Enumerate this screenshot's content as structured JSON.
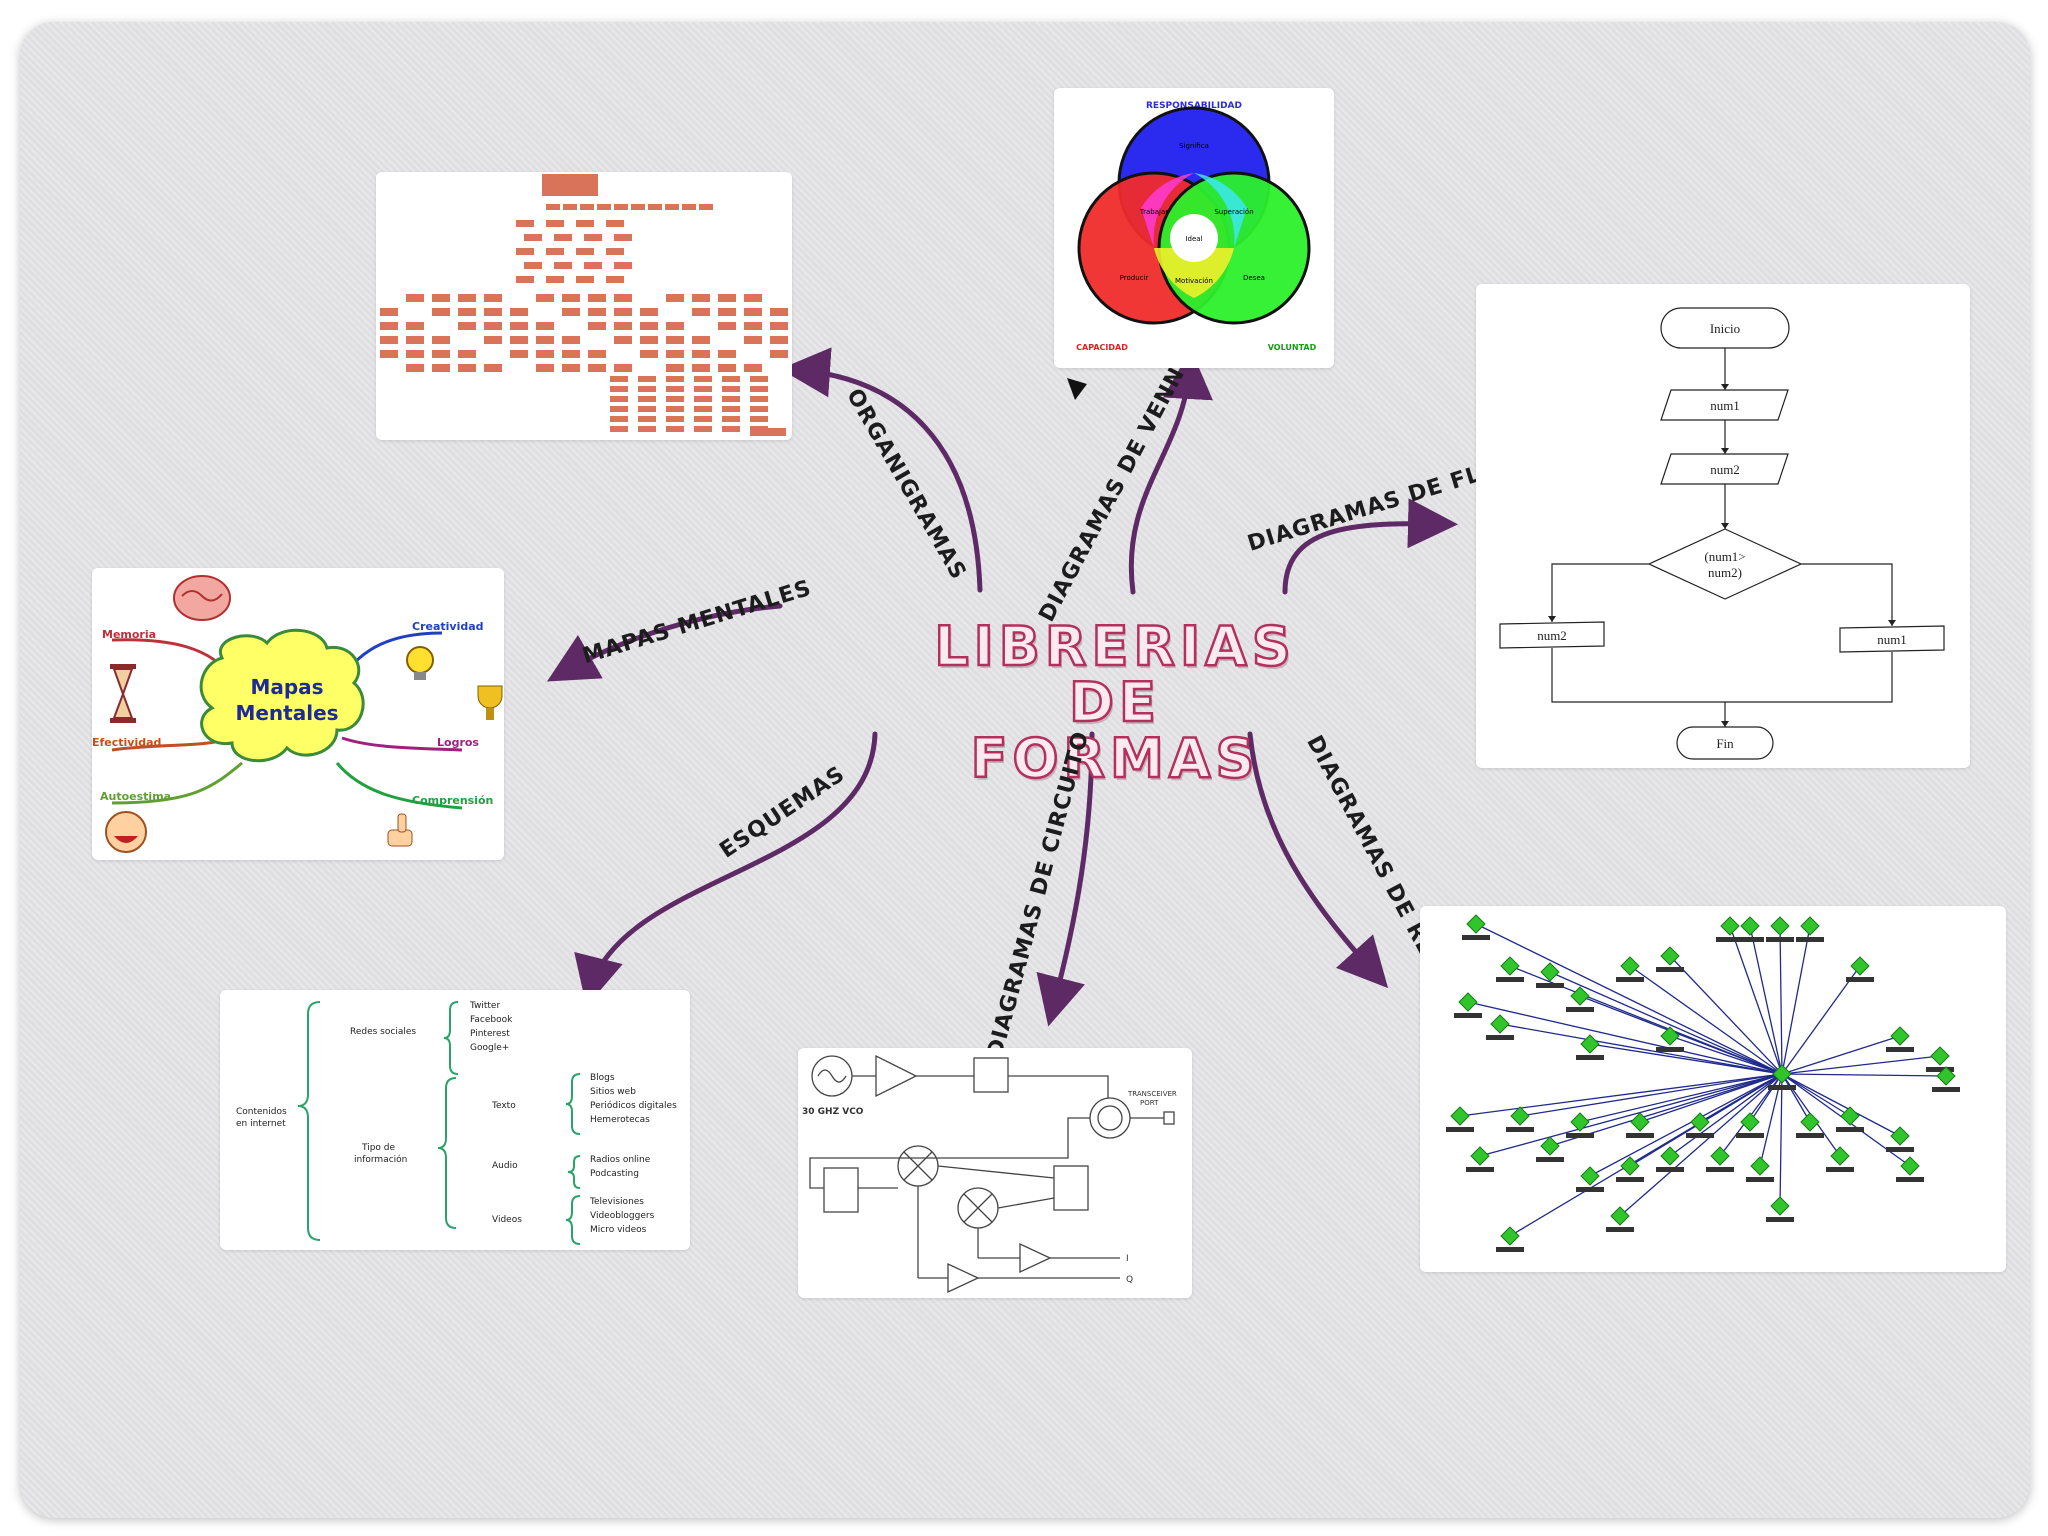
{
  "title": {
    "line1": "LIBRERIAS DE",
    "line2": "FORMAS"
  },
  "branches": {
    "organigramas": "ORGANIGRAMAS",
    "venn": "DIAGRAMAS DE VENN",
    "flujo": "DIAGRAMAS DE FLUJO",
    "mapas": "MAPAS MENTALES",
    "esquemas": "ESQUEMAS",
    "circuito": "DIAGRAMAS DE CIRCUITO",
    "red": "DIAGRAMAS DE RED"
  },
  "venn": {
    "top": "RESPONSABILIDAD",
    "left": "CAPACIDAD",
    "right": "VOLUNTAD",
    "blue": "Significa",
    "red": "Producir",
    "green": "Desea",
    "rb": "Trabajar",
    "bg": "Superación",
    "rg": "Motivación",
    "center": "Ideal"
  },
  "flow": {
    "start": "Inicio",
    "in1": "num1",
    "in2": "num2",
    "cond": "(num1>",
    "cond2": "num2)",
    "left": "num2",
    "right": "num1",
    "end": "Fin"
  },
  "mind": {
    "center1": "Mapas",
    "center2": "Mentales",
    "memoria": "Memoria",
    "creatividad": "Creatividad",
    "efectividad": "Efectividad",
    "logros": "Logros",
    "autoestima": "Autoestima",
    "comprension": "Comprensión"
  },
  "esquema": {
    "root1": "Contenidos",
    "root2": "en internet",
    "redes": "Redes sociales",
    "redes_items": [
      "Twitter",
      "Facebook",
      "Pinterest",
      "Google+"
    ],
    "tipo1": "Tipo de",
    "tipo2": "información",
    "texto": "Texto",
    "texto_items": [
      "Blogs",
      "Sitios web",
      "Periódicos digitales",
      "Hemerotecas"
    ],
    "audio": "Audio",
    "audio_items": [
      "Radios online",
      "Podcasting"
    ],
    "videos": "Videos",
    "videos_items": [
      "Televisiones",
      "Videobloggers",
      "Micro videos"
    ]
  },
  "circuit": {
    "vco": "30 GHZ VCO",
    "tx1": "TRANSCEIVER",
    "tx2": "PORT",
    "i": "I",
    "q": "Q"
  },
  "colors": {
    "arrow": "#5e2a66",
    "title_stroke": "#b4305c",
    "org_box": "#d9745a",
    "net_node": "#2fc52b",
    "net_line": "#1f2a8c",
    "esquema_brace": "#2aa36a"
  }
}
